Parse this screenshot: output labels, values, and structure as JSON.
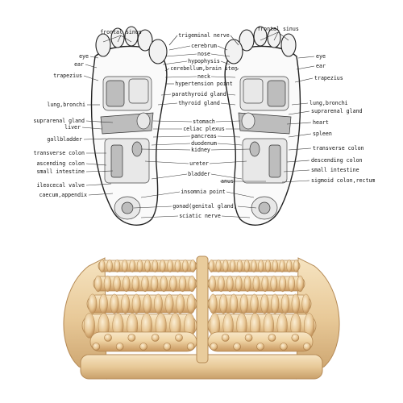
{
  "left_labels": [
    {
      "key": "frontal_sinus_l",
      "text": "frontal sinus"
    },
    {
      "key": "eye_l",
      "text": "eye"
    },
    {
      "key": "ear_l",
      "text": "ear"
    },
    {
      "key": "trapezius_l",
      "text": "trapezius"
    },
    {
      "key": "lung_l",
      "text": "lung,bronchi"
    },
    {
      "key": "suprarenal_l",
      "text": "suprarenal gland"
    },
    {
      "key": "liver",
      "text": "liver"
    },
    {
      "key": "gallbladder",
      "text": "gallbladder"
    },
    {
      "key": "transverse_l",
      "text": "transverse colon"
    },
    {
      "key": "ascending",
      "text": "ascending colon"
    },
    {
      "key": "small_int_l",
      "text": "small intestine"
    },
    {
      "key": "ileocecal",
      "text": "ileocecal valve"
    },
    {
      "key": "caecum",
      "text": "caecum,appendix"
    }
  ],
  "center_labels": [
    {
      "key": "trigeminal",
      "text": "trigeminal nerve"
    },
    {
      "key": "cerebrum",
      "text": "cerebrum"
    },
    {
      "key": "nose",
      "text": "nose"
    },
    {
      "key": "hypophysis",
      "text": "hypophysis"
    },
    {
      "key": "cerebellum",
      "text": "cerebellum,brain sten"
    },
    {
      "key": "neck",
      "text": "neck"
    },
    {
      "key": "hypertension",
      "text": "hypertension point"
    },
    {
      "key": "parathyroid",
      "text": "parathyroid gland"
    },
    {
      "key": "thyroid",
      "text": "thyroid gland"
    },
    {
      "key": "stomach",
      "text": "stomach"
    },
    {
      "key": "celiac",
      "text": "celiac plexus"
    },
    {
      "key": "pancreas",
      "text": "pancreas"
    },
    {
      "key": "duodenum",
      "text": "duodenum"
    },
    {
      "key": "kidney",
      "text": "kidney"
    },
    {
      "key": "ureter",
      "text": "ureter"
    },
    {
      "key": "bladder",
      "text": "bladder"
    },
    {
      "key": "anus",
      "text": "anus"
    },
    {
      "key": "insomnia",
      "text": "insomnia point"
    },
    {
      "key": "gonad",
      "text": "gonad(genital gland)"
    },
    {
      "key": "sciatic",
      "text": "sciatic nerve"
    }
  ],
  "right_labels": [
    {
      "key": "frontal_sinus_r",
      "text": "frontal sinus"
    },
    {
      "key": "eye_r",
      "text": "eye"
    },
    {
      "key": "ear_r",
      "text": "ear"
    },
    {
      "key": "trapezius_r",
      "text": "trapezius"
    },
    {
      "key": "lung_r",
      "text": "lung,bronchi"
    },
    {
      "key": "suprarenal_r",
      "text": "suprarenal gland"
    },
    {
      "key": "heart",
      "text": "heart"
    },
    {
      "key": "spleen",
      "text": "spleen"
    },
    {
      "key": "transverse_r",
      "text": "transverse colon"
    },
    {
      "key": "descending",
      "text": "descending colon"
    },
    {
      "key": "small_int_r",
      "text": "small intestine"
    },
    {
      "key": "sigmoid",
      "text": "sigmoid colon,rectum"
    }
  ],
  "colors": {
    "wood_light": "#f2dcb3",
    "wood_mid": "#e4c493",
    "wood_dark": "#c79a62",
    "ink": "#111111"
  }
}
